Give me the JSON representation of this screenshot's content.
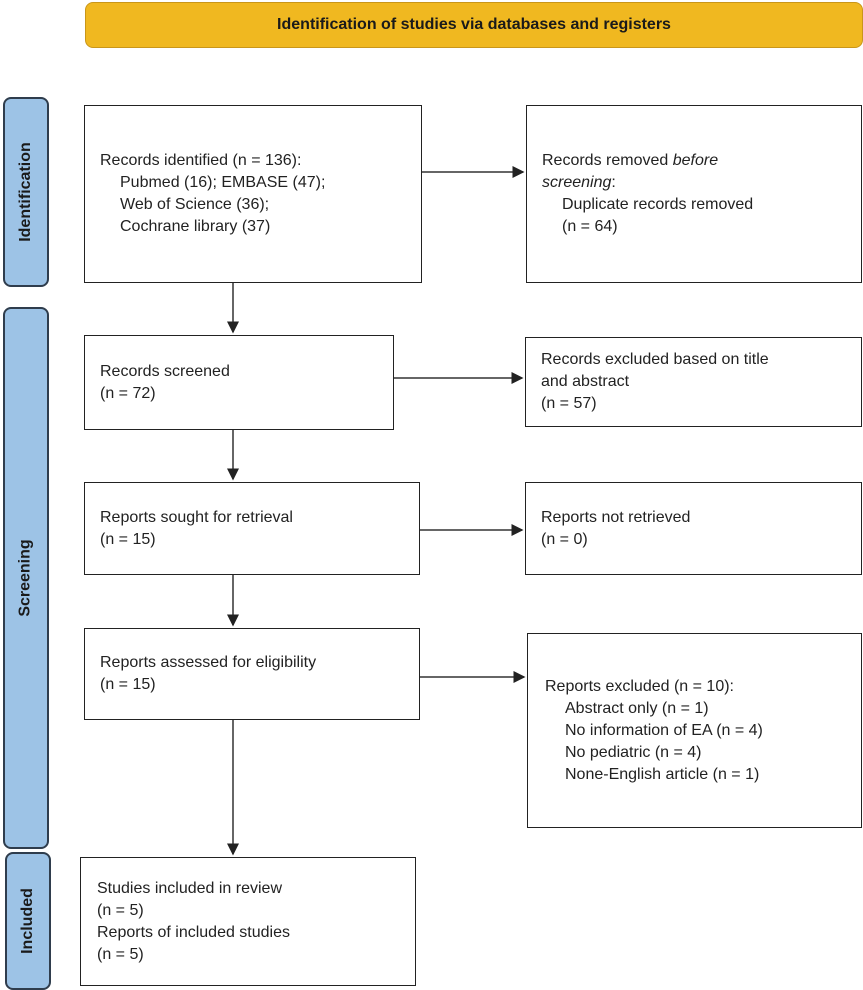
{
  "header": {
    "title": "Identification of studies via databases and registers"
  },
  "stages": {
    "identification": "Identification",
    "screening": "Screening",
    "included": "Included"
  },
  "boxes": {
    "identified": {
      "line1": "Records identified (n = 136):",
      "sources": [
        "Pubmed (16); EMBASE (47);",
        "Web of Science (36);",
        "Cochrane library (37)"
      ]
    },
    "removed": {
      "line1a": "Records removed ",
      "line1b": "before",
      "line2": "screening",
      "line2b": ":",
      "sub": "Duplicate records removed",
      "n": "(n = 64)"
    },
    "screened": {
      "label": "Records screened",
      "n": "(n = 72)"
    },
    "excluded_title": {
      "label": "Records excluded based on title",
      "label2": "and abstract",
      "n": "(n = 57)"
    },
    "sought": {
      "label": "Reports sought for retrieval",
      "n": "(n = 15)"
    },
    "not_retrieved": {
      "label": "Reports not retrieved",
      "n": "(n = 0)"
    },
    "assessed": {
      "label": "Reports assessed for eligibility",
      "n": "(n = 15)"
    },
    "reports_excluded": {
      "label": "Reports excluded (n = 10):",
      "reasons": [
        "Abstract only (n = 1)",
        "No information of EA (n = 4)",
        "No pediatric (n = 4)",
        "None-English article (n = 1)"
      ]
    },
    "included": {
      "studies": "Studies included in review",
      "studies_n": "(n = 5)",
      "reports": "Reports of included studies",
      "reports_n": "(n = 5)"
    }
  },
  "colors": {
    "header": "#F0B820",
    "stage": "#9DC3E6"
  }
}
